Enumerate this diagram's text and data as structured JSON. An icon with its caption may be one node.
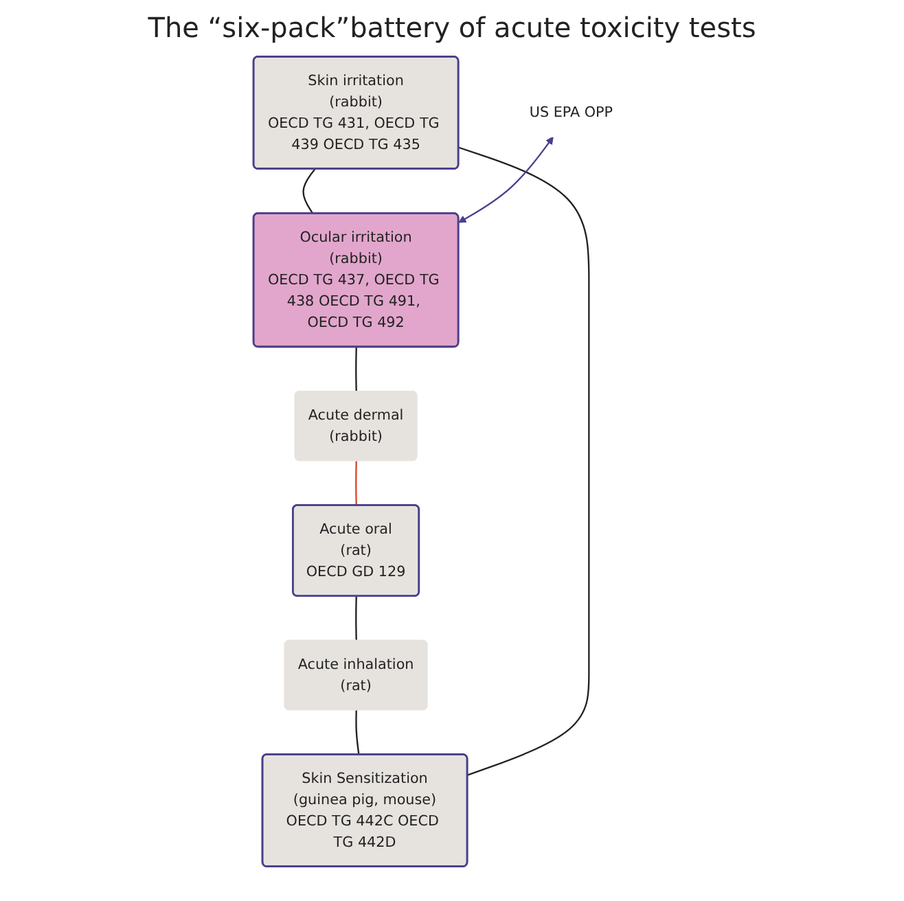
{
  "diagram": {
    "title": "The “six-pack”battery of acute toxicity tests",
    "nodes": [
      {
        "text": [
          "Skin irritation",
          "(rabbit)",
          "OECD TG 431, OECD TG 439 OECD TG 435"
        ]
      },
      {
        "text": [
          "Ocular irritation",
          "(rabbit)",
          "OECD TG 437, OECD TG 438 OECD TG 491, OECD TG 492"
        ]
      },
      {
        "text": [
          "Acute dermal",
          "(rabbit)"
        ]
      },
      {
        "text": [
          "Acute oral",
          "(rat)",
          "OECD GD 129"
        ]
      },
      {
        "text": [
          "Acute inhalation",
          "(rat)"
        ]
      },
      {
        "text": [
          "Skin Sensitization",
          "(guinea pig, mouse)",
          "OECD TG 442C OECD TG 442D"
        ]
      },
      {
        "text": [
          "US EPA OPP"
        ]
      }
    ],
    "edges": [
      {
        "from": 0,
        "to": 1,
        "arrow": "none"
      },
      {
        "from": 1,
        "to": 2,
        "arrow": "none"
      },
      {
        "from": 2,
        "to": 3,
        "arrow": "none",
        "color": "#d9472b"
      },
      {
        "from": 3,
        "to": 4,
        "arrow": "none"
      },
      {
        "from": 4,
        "to": 5,
        "arrow": "none"
      },
      {
        "from": 5,
        "to": 0,
        "arrow": "none"
      },
      {
        "from": 6,
        "to": 1,
        "arrow": "both",
        "color": "#4b3f8a"
      }
    ]
  }
}
